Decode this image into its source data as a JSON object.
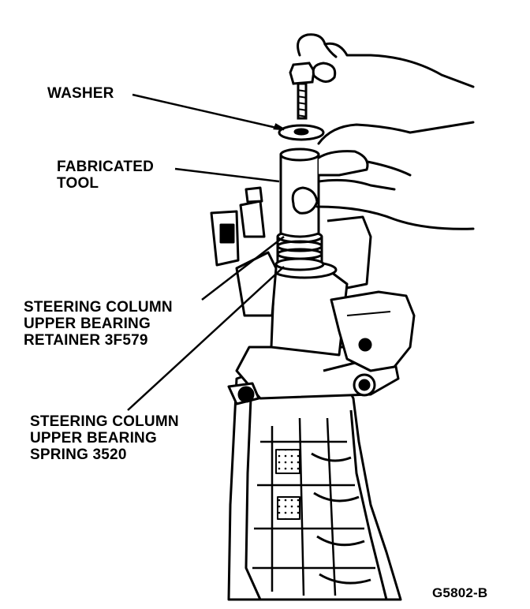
{
  "labels": {
    "washer": "WASHER",
    "fabricated_tool": [
      "FABRICATED",
      "TOOL"
    ],
    "bearing_retainer": [
      "STEERING COLUMN",
      "UPPER BEARING",
      "RETAINER 3F579"
    ],
    "bearing_spring": [
      "STEERING COLUMN",
      "UPPER BEARING",
      "SPRING 3520"
    ]
  },
  "figure_id": "G5802-B"
}
